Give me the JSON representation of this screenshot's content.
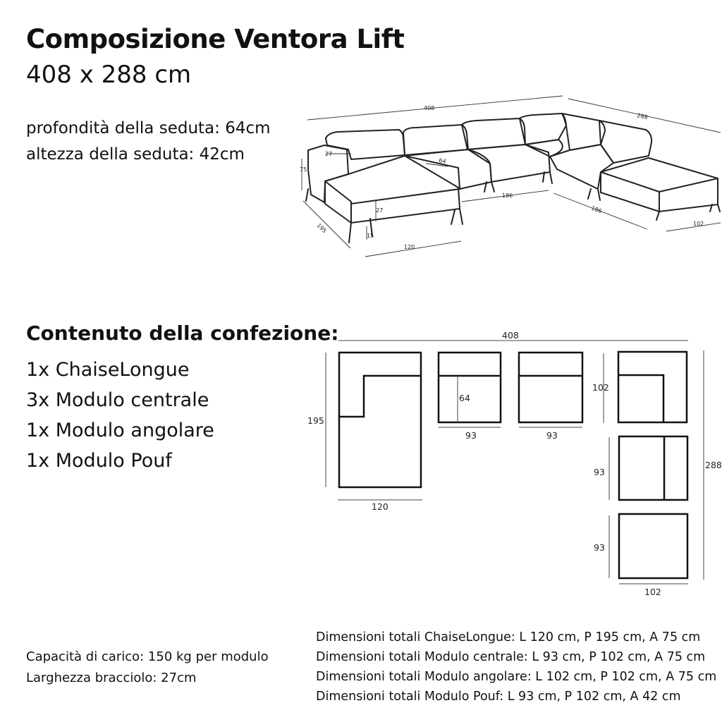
{
  "title": "Composizione Ventora Lift",
  "subtitle": "408 x 288 cm",
  "specs": {
    "seat_depth": "profondità della seduta: 64cm",
    "seat_height": "altezza della seduta: 42cm"
  },
  "perspective_labels": {
    "total_width": "408",
    "total_depth": "288",
    "height": "75",
    "armrest": "27",
    "seat": "64",
    "depth": "195",
    "chaise_width": "120",
    "seat_thickness": "27",
    "leg_height": "15",
    "central_run": "186",
    "side_run": "186",
    "pouf_width": "102"
  },
  "package": {
    "title": "Contenuto della confezione:",
    "items": [
      "1x ChaiseLongue",
      "3x Modulo centrale",
      "1x Modulo angolare",
      "1x Modulo Pouf"
    ]
  },
  "plan_labels": {
    "total_width": "408",
    "chaise_depth": "195",
    "chaise_width": "120",
    "seat_depth": "64",
    "module_width_1": "93",
    "module_width_2": "93",
    "module_depth": "102",
    "total_depth": "288",
    "pouf_depth_1": "93",
    "pouf_depth_2": "93",
    "pouf_width": "102"
  },
  "footer_left": {
    "capacity": "Capacità di carico: 150 kg per modulo",
    "armrest": "Larghezza bracciolo: 27cm"
  },
  "footer_right": [
    "Dimensioni totali ChaiseLongue: L 120 cm, P 195 cm, A 75 cm",
    "Dimensioni totali Modulo centrale: L 93 cm, P 102 cm, A 75 cm",
    "Dimensioni totali Modulo angolare: L 102 cm, P 102 cm, A 75 cm",
    "Dimensioni totali Modulo Pouf: L 93 cm, P 102 cm, A 42 cm"
  ]
}
